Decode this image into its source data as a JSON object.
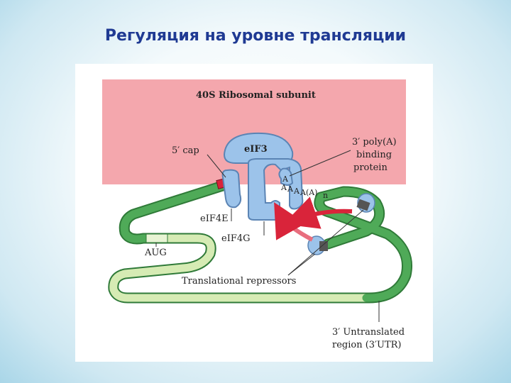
{
  "slide": {
    "title": "Регуляция на уровне трансляции"
  },
  "diagram": {
    "ribosome_label": "40S Ribosomal subunit",
    "eif3_label": "eIF3",
    "cap_label": "5′ cap",
    "polya_binding_label": [
      "3′ poly(A)",
      "binding",
      "protein"
    ],
    "polya_tail_letters": [
      "A",
      "A",
      "A",
      "A",
      "A(A)"
    ],
    "polya_tail_subscript": "n",
    "eif4e_label": "eIF4E",
    "eif4g_label": "eIF4G",
    "aug_label": "AUG",
    "repressors_label": "Translational repressors",
    "utr_label": [
      "3′ Untranslated",
      "region (3′UTR)"
    ]
  },
  "colors": {
    "title": "#1f3a93",
    "ribosome": "#f4a7ad",
    "protein_fill": "#9cc3ea",
    "protein_stroke": "#5b84b4",
    "mrna_dark": "#3f9b4a",
    "mrna_light": "#c9e3a6",
    "cap": "#d9243a",
    "arrow": "#d9243a"
  }
}
